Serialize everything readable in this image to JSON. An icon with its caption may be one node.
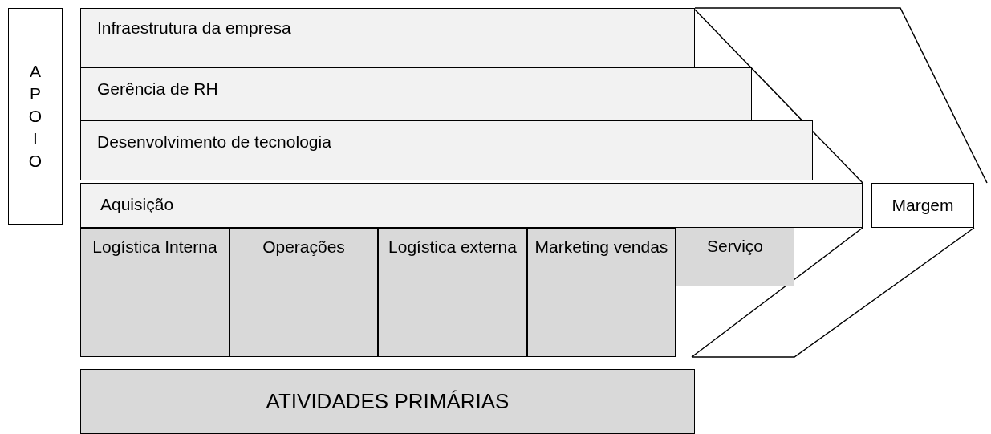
{
  "diagram": {
    "nodes": [
      {
        "text": [
          "APOIO"
        ]
      },
      {
        "text": [
          "Infraestrutura da empresa"
        ]
      },
      {
        "text": [
          "Gerência de RH"
        ]
      },
      {
        "text": [
          "Desenvolvimento de tecnologia"
        ]
      },
      {
        "text": [
          "Aquisição"
        ]
      },
      {
        "text": [
          "Margem"
        ]
      },
      {
        "text": [
          "Logística Interna"
        ]
      },
      {
        "text": [
          "Operações"
        ]
      },
      {
        "text": [
          "Logística externa"
        ]
      },
      {
        "text": [
          "Marketing vendas"
        ]
      },
      {
        "text": [
          "Serviço"
        ]
      },
      {
        "text": [
          "ATIVIDADES PRIMÁRIAS"
        ]
      }
    ],
    "edges": []
  }
}
